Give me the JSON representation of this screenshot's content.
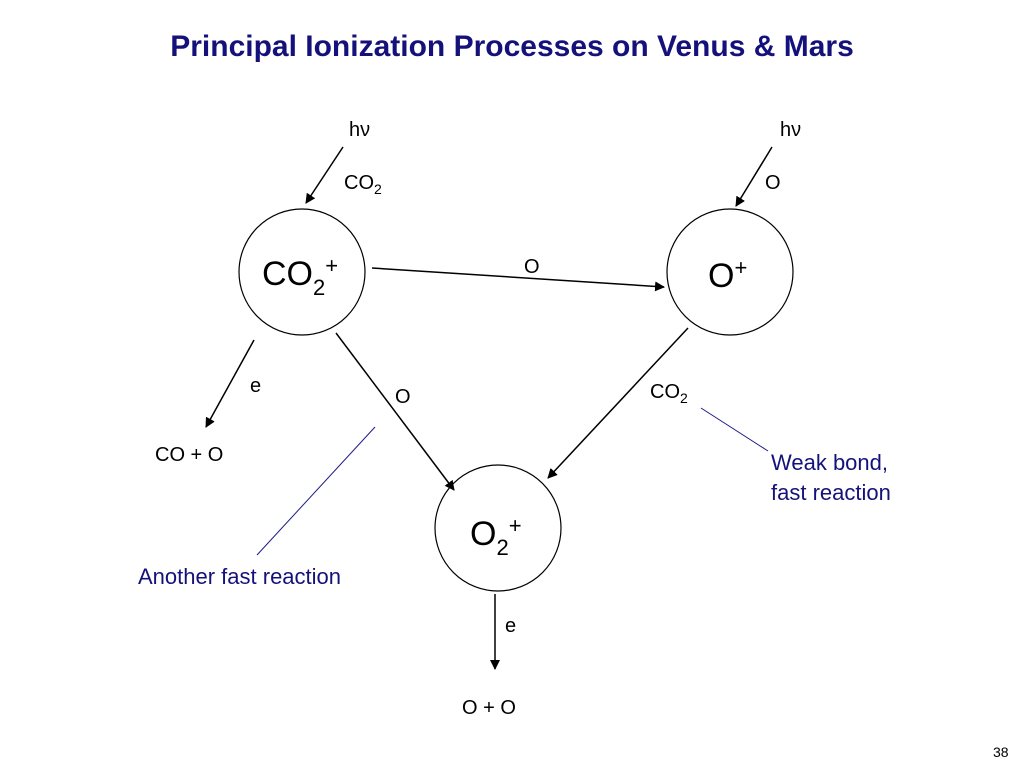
{
  "title": "Principal Ionization Processes on Venus & Mars",
  "nodes": {
    "co2_ion": {
      "base": "CO",
      "sub": "2",
      "sup": "+"
    },
    "o_ion": {
      "base": "O",
      "sup": "+"
    },
    "o2_ion": {
      "base": "O",
      "sub": "2",
      "sup": "+"
    }
  },
  "labels": {
    "photon_left": "hν",
    "photon_right": "hν",
    "co2_source_base": "CO",
    "co2_source_sub": "2",
    "o_source": "O",
    "co2_to_o_reactant": "O",
    "co2_to_o2_reactant": "O",
    "o_to_o2_reactant_base": "CO",
    "o_to_o2_reactant_sub": "2",
    "co2_recomb_electron": "e",
    "co2_recomb_products": "CO + O",
    "o2_recomb_electron": "e",
    "o2_recomb_products": "O + O"
  },
  "annotations": {
    "weak_bond_line1": "Weak bond,",
    "weak_bond_line2": "fast reaction",
    "another_fast": "Another fast reaction"
  },
  "colors": {
    "title": "#14127a",
    "annotation": "#14127a",
    "annotation_line": "#1c1c8c"
  },
  "page_number": "38"
}
